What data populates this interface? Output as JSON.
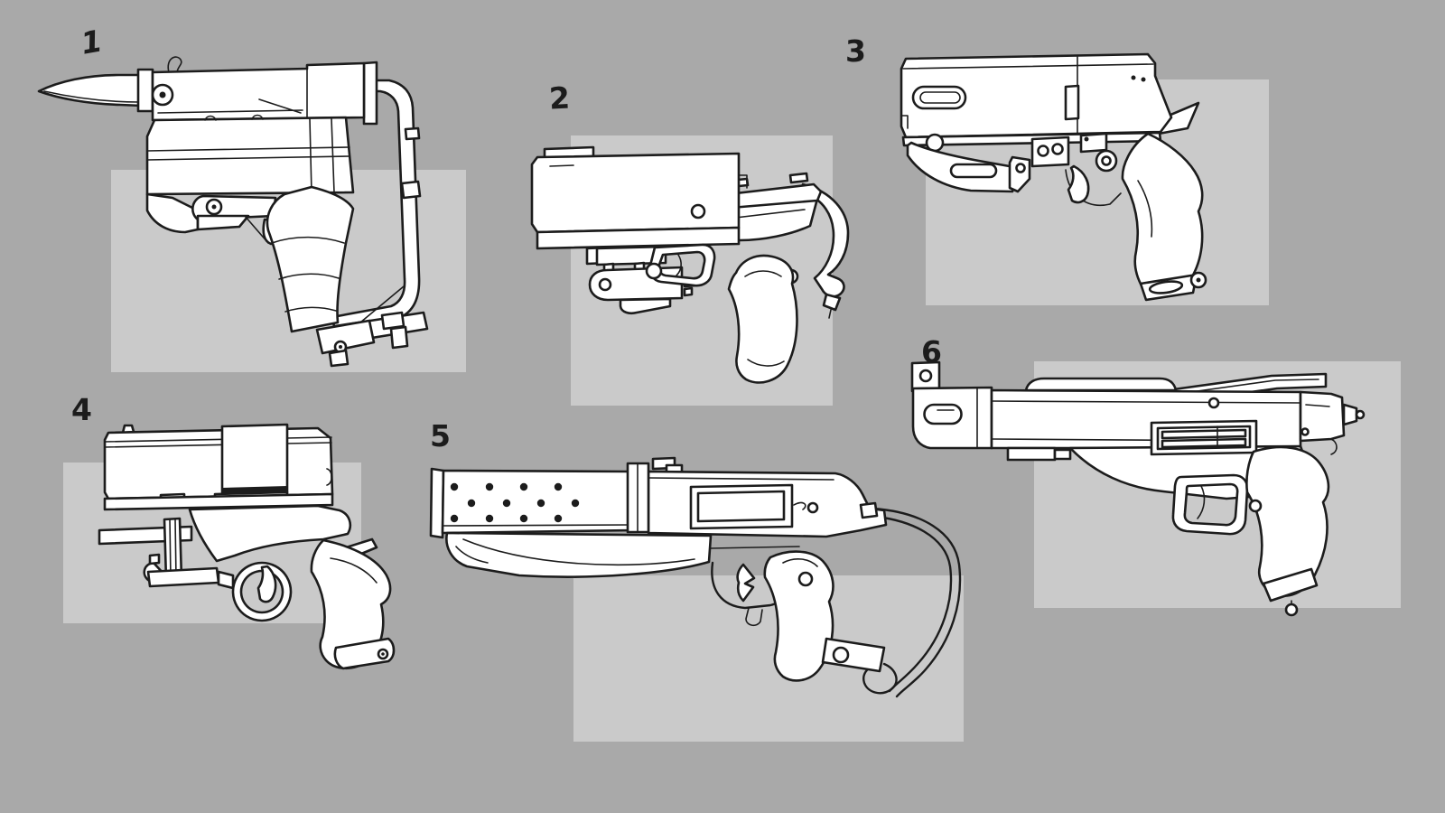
{
  "sheet": {
    "name": "handgun-concept-lineart-sheet"
  },
  "colors": {
    "background": "#a9a9a9",
    "backdrop_panel": "#cacaca",
    "ink": "#1c1c1c",
    "paper": "#ffffff"
  },
  "figures": [
    {
      "label": "1",
      "drawing": "pistol-with-bayonet-blade-and-skeleton-brace"
    },
    {
      "label": "2",
      "drawing": "boxy-pistol-with-underbarrel-module-and-rear-hook-lever"
    },
    {
      "label": "3",
      "drawing": "slab-slide-pistol-with-front-slot-cutout"
    },
    {
      "label": "4",
      "drawing": "revolver-grip-pistol-with-pump-rod"
    },
    {
      "label": "5",
      "drawing": "long-vented-barrel-pistol-with-power-cable"
    },
    {
      "label": "6",
      "drawing": "angular-pistol-with-top-rail-and-vent-panel"
    }
  ]
}
